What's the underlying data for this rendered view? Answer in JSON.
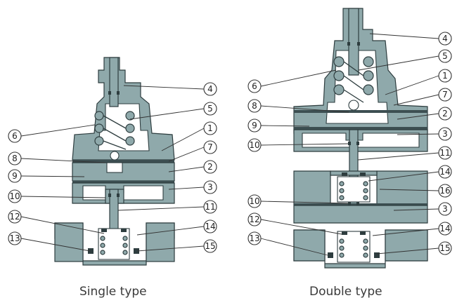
{
  "captions": {
    "left": "Single type",
    "right": "Double type"
  },
  "single": {
    "callouts_left": [
      "6",
      "8",
      "9",
      "10",
      "12",
      "13"
    ],
    "callouts_right": [
      "4",
      "5",
      "1",
      "7",
      "2",
      "3",
      "11",
      "14",
      "15"
    ]
  },
  "double": {
    "callouts_left": [
      "6",
      "8",
      "9",
      "10",
      "10",
      "12",
      "13"
    ],
    "callouts_right": [
      "4",
      "5",
      "1",
      "7",
      "2",
      "3",
      "11",
      "14",
      "16",
      "3",
      "14",
      "15"
    ]
  },
  "colors": {
    "body": "#8fa9ab",
    "outline": "#2e3d3f",
    "background": "#ffffff"
  }
}
